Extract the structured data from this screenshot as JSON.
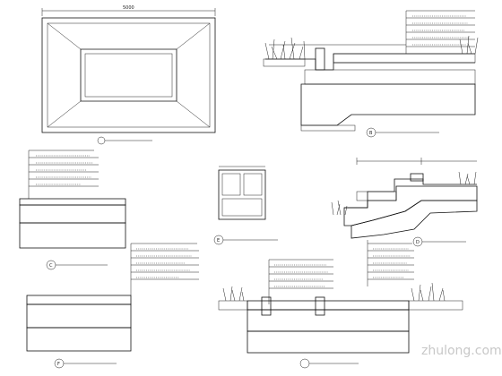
{
  "sheet": {
    "dimension_label": "5000"
  },
  "details": {
    "plan": {
      "marker": ""
    },
    "section_b": {
      "marker": "B"
    },
    "section_c": {
      "marker": "C"
    },
    "section_d": {
      "marker": "D"
    },
    "panel_e": {
      "marker": "E"
    },
    "section_f": {
      "marker": "F"
    },
    "section_g": {
      "marker": ""
    },
    "section_h": {
      "marker": ""
    }
  },
  "watermark": {
    "site": "zhulong.com"
  },
  "colors": {
    "line": "#111111",
    "watermark": "#c8c8c8",
    "background": "#ffffff"
  }
}
